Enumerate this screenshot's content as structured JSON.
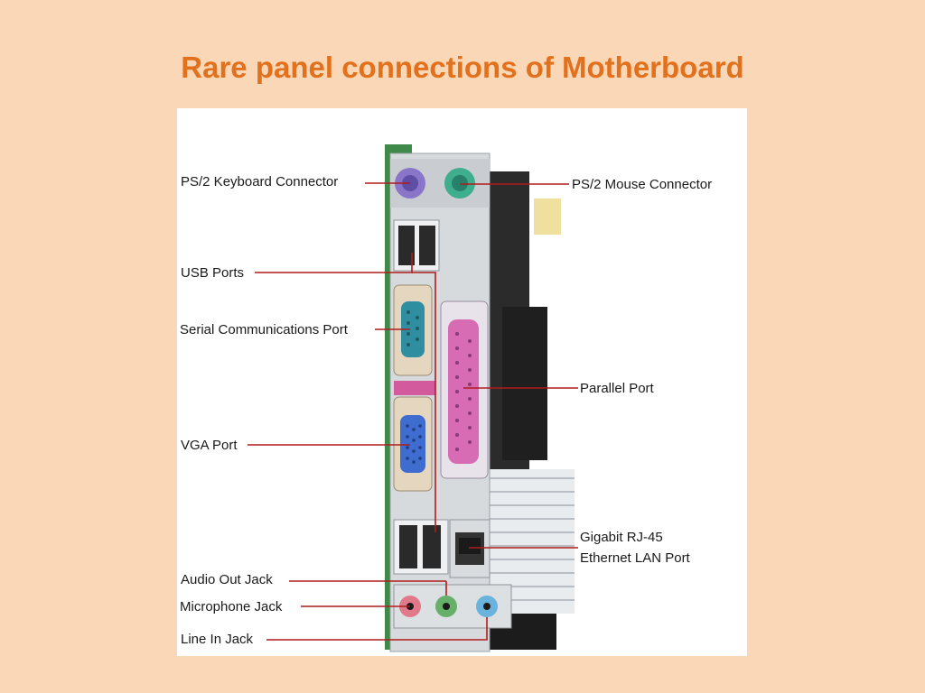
{
  "slide": {
    "title": "Rare panel connections of Motherboard"
  },
  "figure": {
    "labels": {
      "ps2_keyboard": "PS/2 Keyboard Connector",
      "ps2_mouse": "PS/2 Mouse Connector",
      "usb_ports": "USB Ports",
      "serial_port": "Serial Communications Port",
      "parallel_port": "Parallel Port",
      "vga_port": "VGA Port",
      "gigabit_line1": "Gigabit RJ-45",
      "gigabit_line2": "Ethernet LAN Port",
      "audio_out": "Audio Out Jack",
      "microphone": "Microphone Jack",
      "line_in": "Line In Jack"
    },
    "colors": {
      "slide_background": "#fad7b6",
      "title": "#e2711d",
      "leader_line": "#b01c1c",
      "ps2_keyboard": "#8a76c9",
      "ps2_mouse": "#3fae8c",
      "serial": "#2f8ea0",
      "parallel": "#d76cb4",
      "vga": "#3f6ccf",
      "audio_out": "#66b06a",
      "microphone": "#e07a8a",
      "line_in": "#6ab3dd"
    }
  }
}
